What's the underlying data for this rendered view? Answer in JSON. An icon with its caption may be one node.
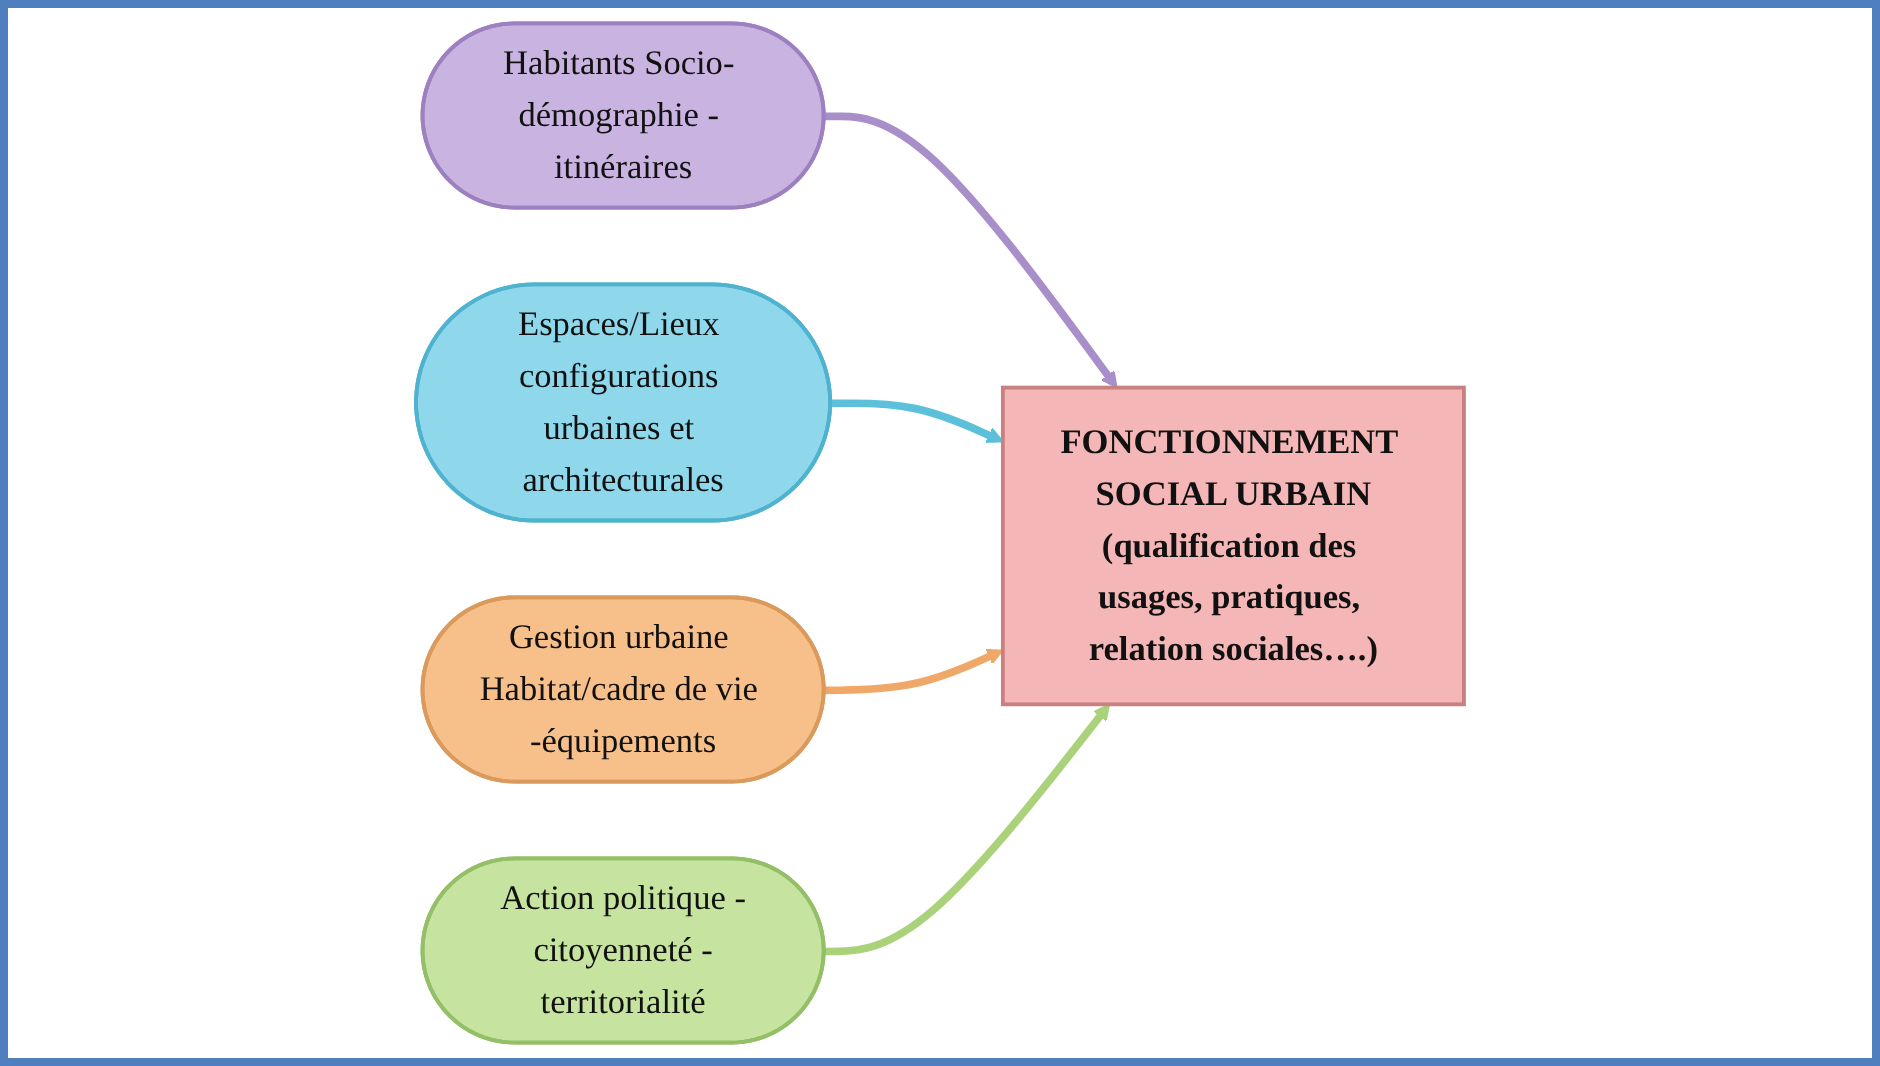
{
  "diagram": {
    "nodes": [
      {
        "text": [
          "Habitants Socio- démographie - itinéraires"
        ]
      },
      {
        "text": [
          "Espaces/Lieux configurations urbaines et architecturales"
        ]
      },
      {
        "text": [
          "FONCTIONNEMENT SOCIAL URBAIN",
          "(qualification des usages, pratiques, relation sociales….)"
        ]
      },
      {
        "text": [
          "Gestion urbaine Habitat/cadre de vie -équipements"
        ]
      },
      {
        "text": [
          "Action politique -citoyenneté -territorialité"
        ]
      }
    ],
    "edges": [
      {
        "from": 0,
        "to": 2,
        "arrow": "to",
        "color": "#a98fc9"
      },
      {
        "from": 1,
        "to": 2,
        "arrow": "to",
        "color": "#5cc0da"
      },
      {
        "from": 3,
        "to": 2,
        "arrow": "to",
        "color": "#f0a868"
      },
      {
        "from": 4,
        "to": 2,
        "arrow": "to",
        "color": "#a9d27a"
      }
    ]
  }
}
